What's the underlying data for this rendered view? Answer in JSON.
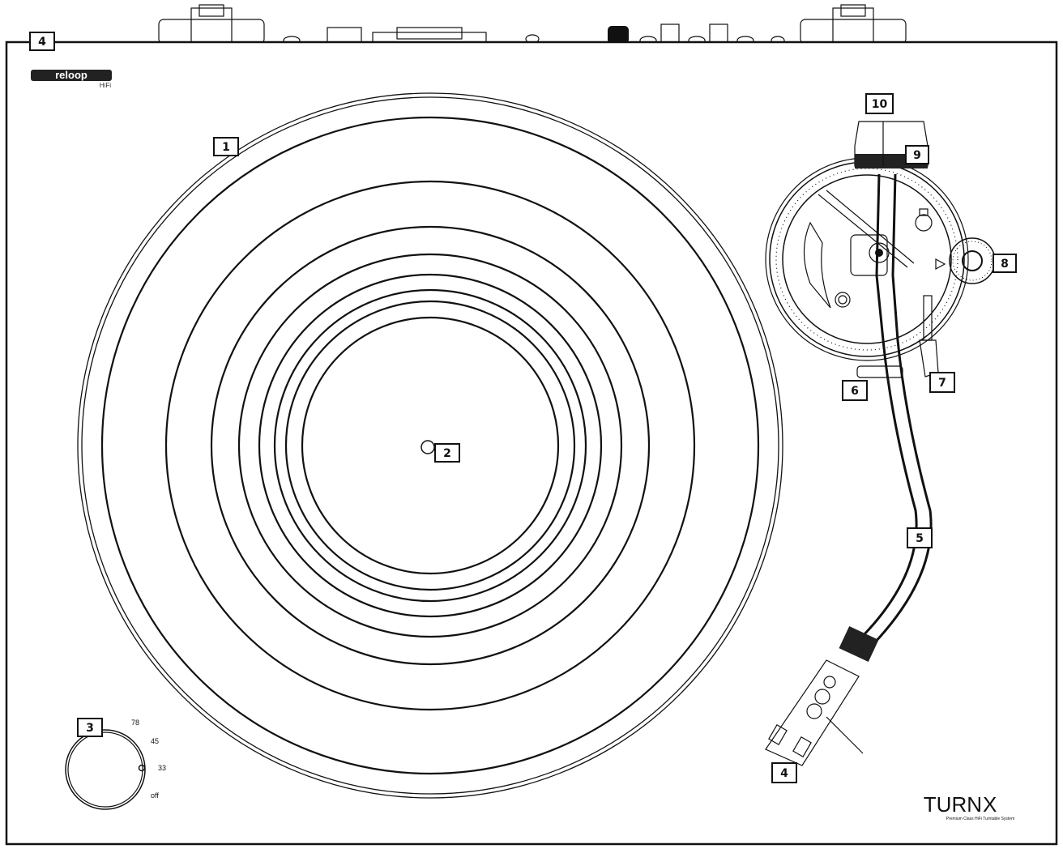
{
  "brand": {
    "logo": "reloop",
    "sub": "HiFi"
  },
  "product": {
    "name_main": "TURN",
    "name_x": "X",
    "tagline": "Premium Class HiFi Turntable System"
  },
  "speed_selector": {
    "labels": [
      "78",
      "45",
      "33",
      "off"
    ]
  },
  "callouts": [
    {
      "id": "4",
      "label": "4"
    },
    {
      "id": "1",
      "label": "1"
    },
    {
      "id": "2",
      "label": "2"
    },
    {
      "id": "3",
      "label": "3"
    },
    {
      "id": "10",
      "label": "10"
    },
    {
      "id": "9",
      "label": "9"
    },
    {
      "id": "8",
      "label": "8"
    },
    {
      "id": "7",
      "label": "7"
    },
    {
      "id": "6",
      "label": "6"
    },
    {
      "id": "5",
      "label": "5"
    },
    {
      "id": "4b",
      "label": "4"
    }
  ],
  "colors": {
    "line": "#111111",
    "background": "#ffffff"
  }
}
